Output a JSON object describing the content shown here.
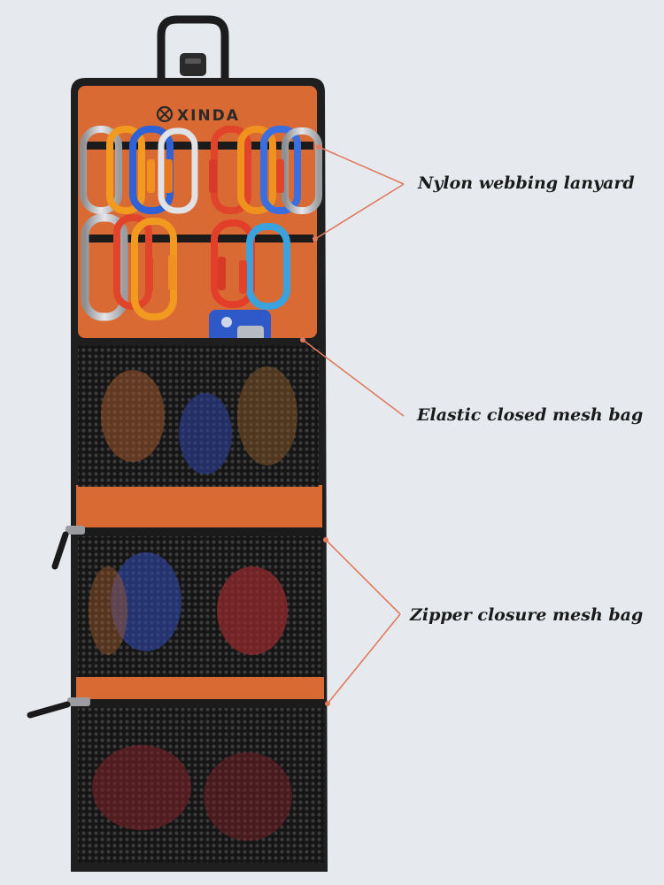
{
  "brand": {
    "logo_text": "XINDA"
  },
  "callouts": {
    "webbing": "Nylon webbing lanyard",
    "elastic": "Elastic closed mesh bag",
    "zipper": "Zipper closure mesh bag"
  },
  "colors": {
    "background": "#e6eaee",
    "bag_orange": "#d96a34",
    "bag_border": "#2a2a2a",
    "leader_line": "#e07a5f"
  }
}
